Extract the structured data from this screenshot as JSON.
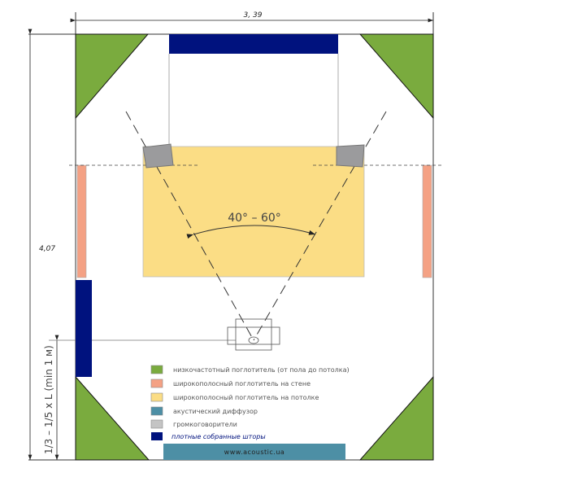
{
  "dimensions": {
    "width_label": "3, 39",
    "length_label": "4,07",
    "listener_distance_label": "1/3 – 1/5 x L (min 1 м)"
  },
  "angle_label": "40° – 60°",
  "diffuser_label": "www.acoustic.ua",
  "colors": {
    "green": "#7aab3e",
    "salmon": "#f4a184",
    "yellow": "#fbdd85",
    "teal": "#4d8fa5",
    "gray": "#9b9b9d",
    "navy": "#00127e"
  },
  "legend": [
    {
      "label": "низкочастотный поглотитель (от пола до потолка)",
      "color": "#7aab3e"
    },
    {
      "label": "широкополосный поглотитель на стене",
      "color": "#f4a184"
    },
    {
      "label": "широкополосный поглотитель на потолке",
      "color": "#fbdd85"
    },
    {
      "label": "акустический диффузор",
      "color": "#4d8fa5"
    },
    {
      "label": "громкоговорители",
      "color": "#c4c4c4"
    },
    {
      "label": "плотные собранные шторы",
      "color": "#00127e"
    }
  ]
}
